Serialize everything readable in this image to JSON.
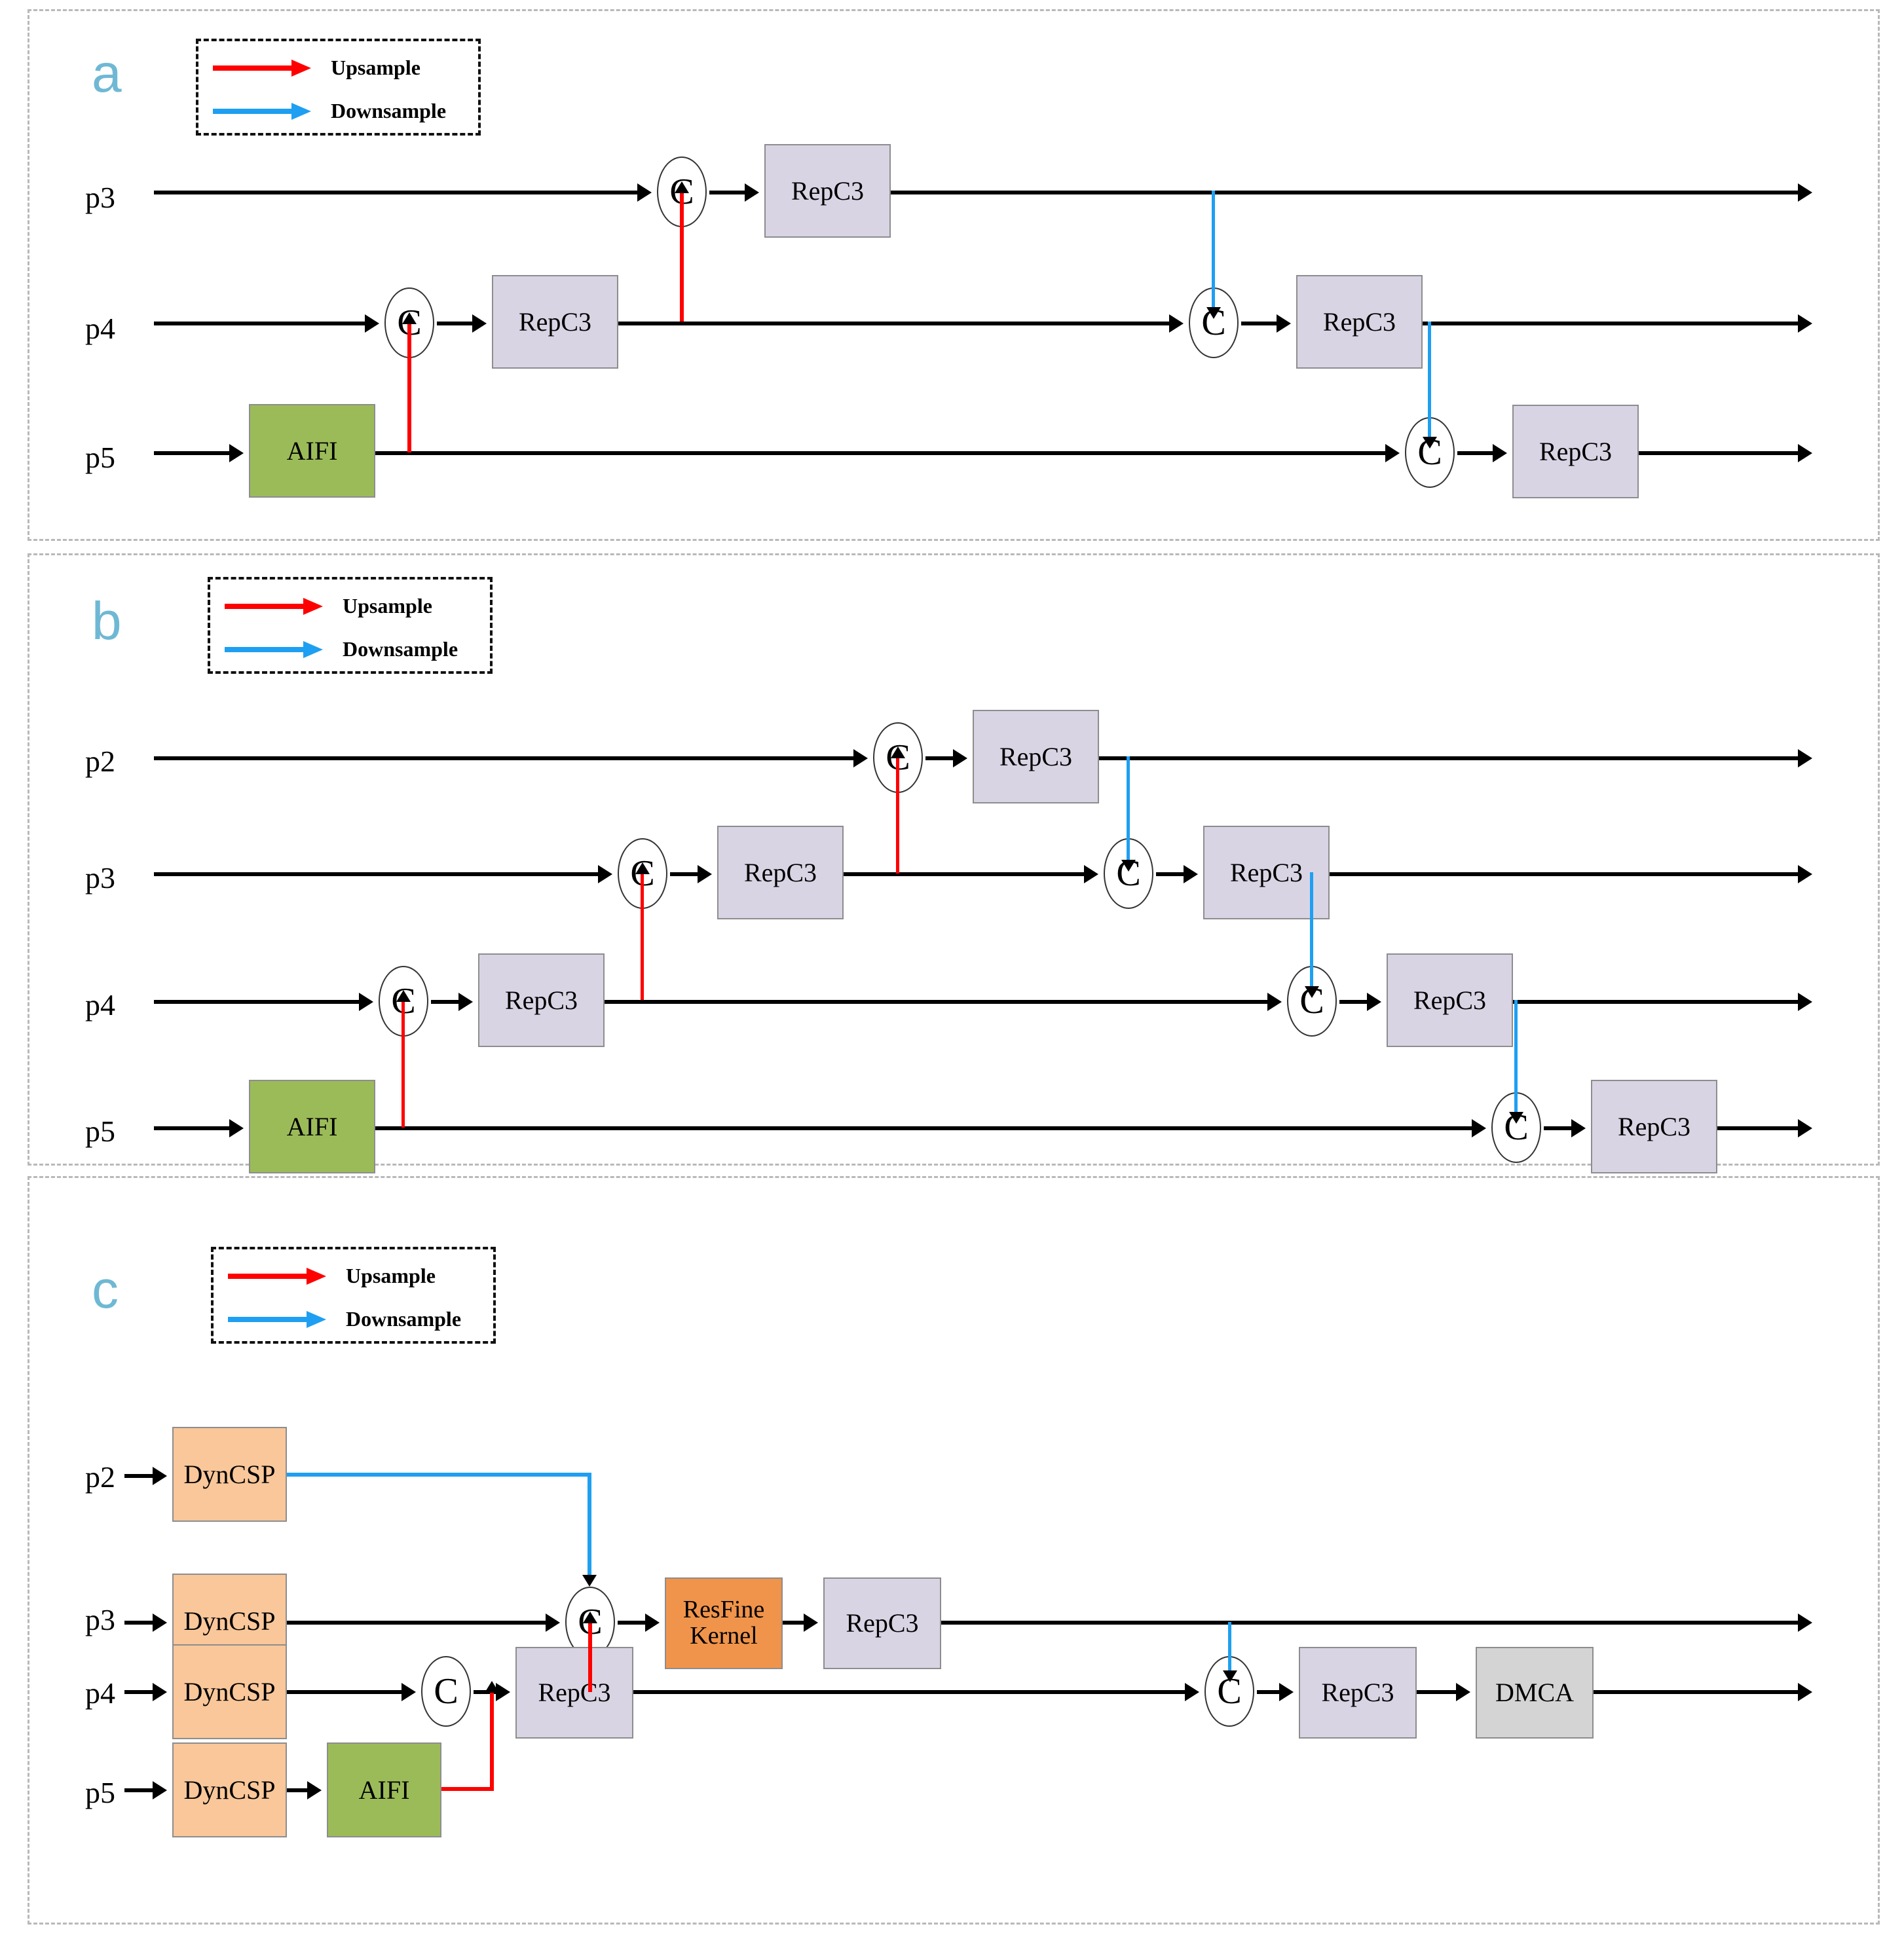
{
  "figure": {
    "title": "Feature pyramid fusion neck variants",
    "panels": [
      {
        "id": "a",
        "letter": "a",
        "legend": {
          "upsample_label": "Upsample",
          "downsample_label": "Downsample",
          "upsample_color": "#ff0000",
          "downsample_color": "#1e9ff2"
        },
        "levels": [
          "p3",
          "p4",
          "p5"
        ],
        "blocks": [
          {
            "name": "AIFI",
            "type": "aifi",
            "level": "p5"
          },
          {
            "name": "RepC3",
            "type": "repc3",
            "level": "p4"
          },
          {
            "name": "RepC3",
            "type": "repc3",
            "level": "p3"
          },
          {
            "name": "RepC3",
            "type": "repc3",
            "level": "p4"
          },
          {
            "name": "RepC3",
            "type": "repc3",
            "level": "p5"
          }
        ],
        "concat_symbol": "C",
        "concat_count": 4
      },
      {
        "id": "b",
        "letter": "b",
        "legend": {
          "upsample_label": "Upsample",
          "downsample_label": "Downsample",
          "upsample_color": "#ff0000",
          "downsample_color": "#1e9ff2"
        },
        "levels": [
          "p2",
          "p3",
          "p4",
          "p5"
        ],
        "blocks": [
          {
            "name": "AIFI",
            "type": "aifi",
            "level": "p5"
          },
          {
            "name": "RepC3",
            "type": "repc3",
            "level": "p4"
          },
          {
            "name": "RepC3",
            "type": "repc3",
            "level": "p3"
          },
          {
            "name": "RepC3",
            "type": "repc3",
            "level": "p2"
          },
          {
            "name": "RepC3",
            "type": "repc3",
            "level": "p3"
          },
          {
            "name": "RepC3",
            "type": "repc3",
            "level": "p4"
          },
          {
            "name": "RepC3",
            "type": "repc3",
            "level": "p5"
          }
        ],
        "concat_symbol": "C",
        "concat_count": 6
      },
      {
        "id": "c",
        "letter": "c",
        "legend": {
          "upsample_label": "Upsample",
          "downsample_label": "Downsample",
          "upsample_color": "#ff0000",
          "downsample_color": "#1e9ff2"
        },
        "levels": [
          "p2",
          "p3",
          "p4",
          "p5"
        ],
        "blocks": [
          {
            "name": "DynCSP",
            "type": "dyncsp",
            "level": "p2"
          },
          {
            "name": "DynCSP",
            "type": "dyncsp",
            "level": "p3"
          },
          {
            "name": "DynCSP",
            "type": "dyncsp",
            "level": "p4"
          },
          {
            "name": "DynCSP",
            "type": "dyncsp",
            "level": "p5"
          },
          {
            "name": "AIFI",
            "type": "aifi",
            "level": "p5"
          },
          {
            "name": "RepC3",
            "type": "repc3",
            "level": "p4"
          },
          {
            "name": "ResFine Kernel",
            "type": "resfine",
            "level": "p3",
            "line1": "ResFine",
            "line2": "Kernel"
          },
          {
            "name": "RepC3",
            "type": "repc3",
            "level": "p3"
          },
          {
            "name": "RepC3",
            "type": "repc3",
            "level": "p4"
          },
          {
            "name": "DMCA",
            "type": "dmca",
            "level": "p4"
          }
        ],
        "concat_symbol": "C",
        "concat_count": 3
      }
    ],
    "colors": {
      "repc3": "#d9d4e4",
      "aifi": "#9bbb59",
      "dyncsp": "#f9c79a",
      "resfine": "#f0944b",
      "dmca": "#d4d4d4",
      "upsample": "#ff0000",
      "downsample": "#1e9ff2",
      "panel_letter": "#6fb8d4",
      "edge": "#000000"
    }
  },
  "labels": {
    "p2": "p2",
    "p3": "p3",
    "p4": "p4",
    "p5": "p5",
    "repc3": "RepC3",
    "aifi": "AIFI",
    "dyncsp": "DynCSP",
    "resfine_l1": "ResFine",
    "resfine_l2": "Kernel",
    "dmca": "DMCA",
    "concat": "C",
    "upsample": "Upsample",
    "downsample": "Downsample",
    "letter_a": "a",
    "letter_b": "b",
    "letter_c": "c"
  }
}
